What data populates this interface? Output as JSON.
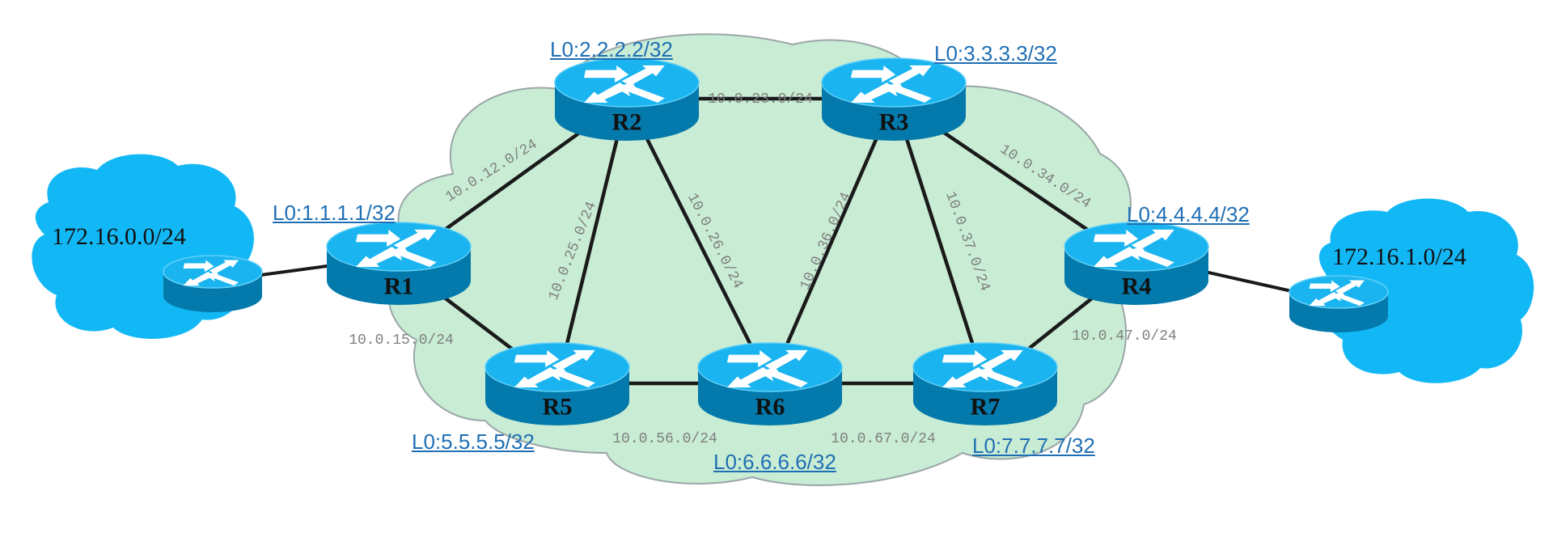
{
  "title": "OSPF lab topology",
  "colors": {
    "router_top": "#1ab4f0",
    "router_body": "#0479ab",
    "area_cloud": "#c8ecd4",
    "lan_cloud": "#12b8f6",
    "link": "#1a1a1a",
    "loopback_text": "#1f6fb4",
    "link_label": "#7f7f7f"
  },
  "routers": [
    {
      "id": "R1",
      "name": "R1",
      "loopback": "L0:1.1.1.1/32"
    },
    {
      "id": "R2",
      "name": "R2",
      "loopback": "L0:2.2.2.2/32"
    },
    {
      "id": "R3",
      "name": "R3",
      "loopback": "L0:3.3.3.3/32"
    },
    {
      "id": "R4",
      "name": "R4",
      "loopback": "L0:4.4.4.4/32"
    },
    {
      "id": "R5",
      "name": "R5",
      "loopback": "L0:5.5.5.5/32"
    },
    {
      "id": "R6",
      "name": "R6",
      "loopback": "L0:6.6.6.6/32"
    },
    {
      "id": "R7",
      "name": "R7",
      "loopback": "L0:7.7.7.7/32"
    }
  ],
  "lan_networks": [
    {
      "id": "lan-left",
      "label": "172.16.0.0/24",
      "attached_to": "R1"
    },
    {
      "id": "lan-right",
      "label": "172.16.1.0/24",
      "attached_to": "R4"
    }
  ],
  "links": [
    {
      "a": "R1",
      "b": "R2",
      "subnet": "10.0.12.0/24"
    },
    {
      "a": "R1",
      "b": "R5",
      "subnet": "10.0.15.0/24"
    },
    {
      "a": "R2",
      "b": "R3",
      "subnet": "10.0.23.0/24"
    },
    {
      "a": "R2",
      "b": "R5",
      "subnet": "10.0.25.0/24"
    },
    {
      "a": "R2",
      "b": "R6",
      "subnet": "10.0.26.0/24"
    },
    {
      "a": "R3",
      "b": "R6",
      "subnet": "10.0.36.0/24"
    },
    {
      "a": "R3",
      "b": "R7",
      "subnet": "10.0.37.0/24"
    },
    {
      "a": "R3",
      "b": "R4",
      "subnet": "10.0.34.0/24"
    },
    {
      "a": "R4",
      "b": "R7",
      "subnet": "10.0.47.0/24"
    },
    {
      "a": "R5",
      "b": "R6",
      "subnet": "10.0.56.0/24"
    },
    {
      "a": "R6",
      "b": "R7",
      "subnet": "10.0.67.0/24"
    }
  ]
}
